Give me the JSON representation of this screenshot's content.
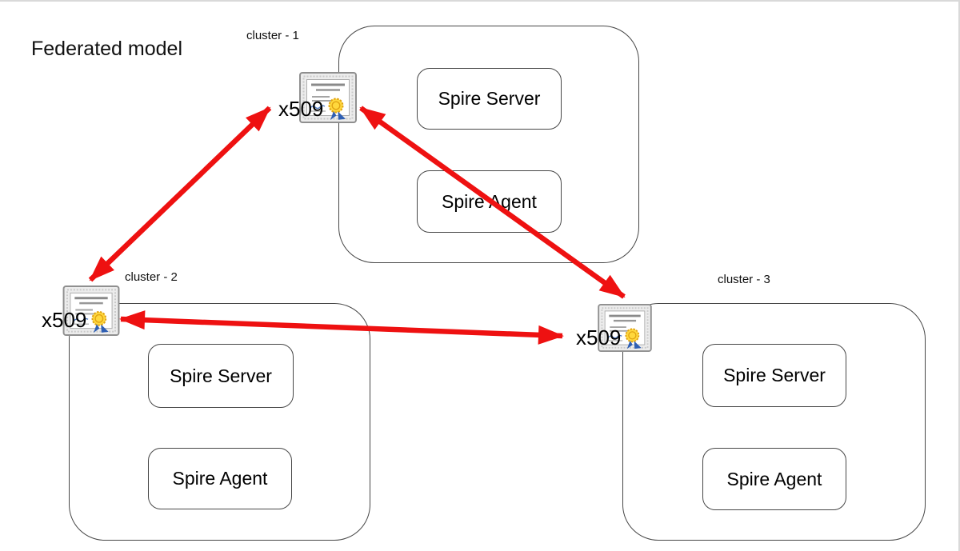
{
  "title": "Federated model",
  "clusters": [
    {
      "label": "cluster - 1",
      "cert_label": "x509",
      "components": [
        "Spire Server",
        "Spire Agent"
      ]
    },
    {
      "label": "cluster - 2",
      "cert_label": "x509",
      "components": [
        "Spire Server",
        "Spire Agent"
      ]
    },
    {
      "label": "cluster - 3",
      "cert_label": "x509",
      "components": [
        "Spire Server",
        "Spire Agent"
      ]
    }
  ],
  "federations": [
    {
      "from": "cluster - 1",
      "to": "cluster - 2",
      "bidirectional": true,
      "via": "x509"
    },
    {
      "from": "cluster - 1",
      "to": "cluster - 3",
      "bidirectional": true,
      "via": "x509"
    },
    {
      "from": "cluster - 2",
      "to": "cluster - 3",
      "bidirectional": true,
      "via": "x509"
    }
  ],
  "colors": {
    "arrow_red": "#ee1111",
    "box_border": "#474747",
    "page_border": "#d9d9d9",
    "text": "#000000",
    "cert_seal_gold": "#ffd83d",
    "cert_ribbon_blue": "#2f5fb3"
  },
  "icons": {
    "certificate": "x509-certificate-icon (framed certificate with gold seal and blue ribbon)"
  }
}
